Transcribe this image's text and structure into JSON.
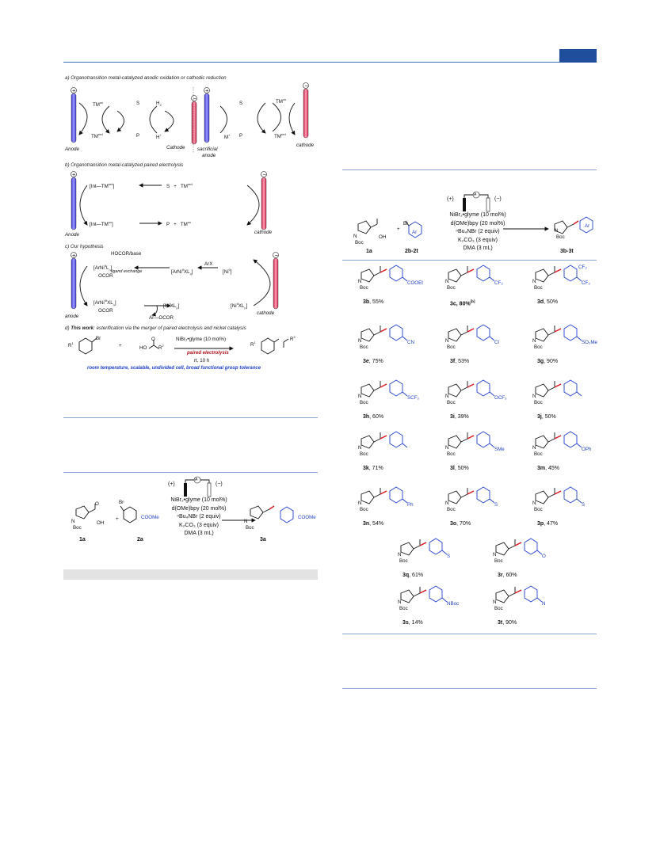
{
  "scheme1": {
    "a_caption": "a) Organotransition metal-catalyzed anodic oxidation or cathodic reduction",
    "a_labels": {
      "tm_ox": "TM",
      "tm_ox_sup": "ox",
      "tm_red": "TM",
      "tm_red_sup": "red",
      "s": "S",
      "p": "P",
      "h2": "H",
      "h2_sub": "2",
      "h_plus": "H",
      "h_plus_sup": "+",
      "m_plus": "M",
      "m_plus_sup": "+",
      "anode": "Anode",
      "cathode_cap": "Cathode",
      "sacrificial": "sacrificial",
      "anode_lc": "anode",
      "cathode_lc": "cathode"
    },
    "b_caption": "b) Organotransition metal-catalyzed paired electrolysis",
    "b_labels": {
      "int_red": "Int—TM",
      "int_red_sup": "red",
      "int_ox": "Int—TM",
      "int_ox_sup": "ox",
      "s_plus": "S   +   TM",
      "s_plus_sup": "red",
      "p_plus": "P   +   TM",
      "p_plus_sup": "ox",
      "anode": "Anode",
      "cathode": "cathode"
    },
    "c_caption": "c) Our hypothesis",
    "c_labels": {
      "hocor": "HOCOR/base",
      "ligand_exchange": "ligand exchange",
      "arx": "ArX",
      "ni0": "[Ni",
      "ni0_sup": "0",
      "ar_ni_ii_xln": "[ArNi",
      "ar_ni_ii_sup": "II",
      "ar_ni_ii_tail": "XL",
      "ar_ni_ii_sub": "n",
      "ar_ni_ii_ocor": "[ArNi",
      "ar_ni_ii_ocor_sup": "II",
      "ar_ni_ii_ocor_tail": "L",
      "ar_ni_ii_ocor_sub": "n",
      "ocor1": "OCOR",
      "ar_ni_iii": "[ArNi",
      "ar_ni_iii_sup": "III",
      "ar_ni_iii_tail": "XL",
      "ar_ni_iii_sub": "n",
      "ocor2": "OCOR",
      "ni_i": "[Ni",
      "ni_i_sup": "I",
      "ni_i_tail": "XL",
      "ni_i_sub": "n",
      "ni_ii": "[Ni",
      "ni_ii_sup": "II",
      "ni_ii_tail": "XL",
      "ni_ii_sub": "n",
      "ar_ocor": "Ar—OCOR",
      "anode": "anode",
      "cathode": "cathode"
    },
    "d_caption_prefix": "d) ",
    "d_caption_bold": "This work",
    "d_caption_rest": ": esterification via the merger of paired electrolysis and nickel catalysis",
    "d_labels": {
      "r1": "R",
      "r1_sup": "1",
      "br": "Br",
      "ho": "HO",
      "r2": "R",
      "r2_sup": "2",
      "o": "O",
      "plus": "+",
      "catalyst": "NiBr₂•glyme (10 mol%)",
      "paired": "paired electrolysis",
      "rt": "rt, 10 h",
      "product_r1": "R",
      "product_r1_sup": "1",
      "product_r2": "R",
      "product_r2_sup": "2"
    },
    "d_footer": "room temperature, scalable, undivided cell, broad functional group tolerance"
  },
  "scheme2": {
    "electrode_plus": "(+)",
    "electrode_minus": "(−)",
    "ammeter": "A",
    "conditions": [
      "NiBr₂•glyme (10 mol%)",
      "d(OMe)bpy (20 mol%)",
      "ⁿBu₄NBr (2 equiv)",
      "K₂CO₃ (3 equiv)",
      "DMA (3 mL)"
    ],
    "sm1_label": "1a",
    "sm2_label": "2a",
    "product_label": "3a",
    "boc": "Boc",
    "n": "N",
    "oh": "OH",
    "o": "O",
    "br": "Br",
    "coome": "COOMe",
    "plus": "+"
  },
  "scheme3": {
    "electrode_plus": "(+)",
    "electrode_minus": "(−)",
    "ammeter": "A",
    "conditions": [
      "NiBr₂•glyme (10 mol%)",
      "d(OMe)bpy (20 mol%)",
      "ⁿBu₄NBr (2 equiv)",
      "K₂CO₃ (3 equiv)",
      "DMA (3 mL)"
    ],
    "sm1_label": "1a",
    "sm2_label": "2b-2t",
    "product_label": "3b-3t",
    "boc": "Boc",
    "n": "N",
    "oh": "OH",
    "o": "O",
    "br": "Br",
    "ar": "Ar",
    "plus": "+",
    "entries": [
      {
        "id": "3b",
        "yield": ", 55%",
        "sub": "COOEt"
      },
      {
        "id": "3c",
        "yield": ", 80%",
        "yield_sup": "[b]",
        "sub": "CF₃"
      },
      {
        "id": "3d",
        "yield": ", 50%",
        "sub": "CF₃",
        "sub2": "CF₃"
      },
      {
        "id": "3e",
        "yield": ", 75%",
        "sub": "CN"
      },
      {
        "id": "3f",
        "yield": ", 53%",
        "sub": "Cl"
      },
      {
        "id": "3g",
        "yield": ", 90%",
        "sub": "SO₂Me"
      },
      {
        "id": "3h",
        "yield": ", 60%",
        "sub": "SCF₃"
      },
      {
        "id": "3i",
        "yield": ", 39%",
        "sub": "OCF₃"
      },
      {
        "id": "3j",
        "yield": ", 50%",
        "sub": ""
      },
      {
        "id": "3k",
        "yield": ", 71%",
        "sub": ""
      },
      {
        "id": "3l",
        "yield": ", 50%",
        "sub": "SMe"
      },
      {
        "id": "3m",
        "yield": ", 45%",
        "sub": "OPh"
      },
      {
        "id": "3n",
        "yield": ", 54%",
        "sub": "Ph"
      },
      {
        "id": "3o",
        "yield": ", 70%",
        "sub": "S"
      },
      {
        "id": "3p",
        "yield": ", 47%",
        "sub": "S"
      },
      {
        "id": "3q",
        "yield": ", 61%",
        "sub": "S"
      },
      {
        "id": "3r",
        "yield": ", 60%",
        "sub": "O"
      },
      {
        "id": "3s",
        "yield": ", 14%",
        "sub": "NBoc"
      },
      {
        "id": "3t",
        "yield": ", 90%",
        "sub": "N"
      }
    ]
  }
}
